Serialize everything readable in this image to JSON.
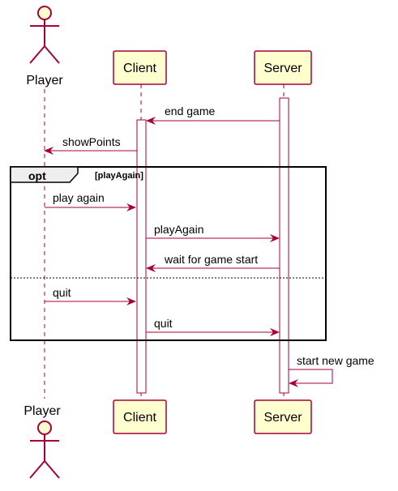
{
  "colors": {
    "lifeline": "#A80036",
    "box_fill": "#FEFECE",
    "frame": "#000000",
    "fragment_header": "#EEEEEE"
  },
  "participants": {
    "player_top": "Player",
    "player_bottom": "Player",
    "client_top": "Client",
    "client_bottom": "Client",
    "server_top": "Server",
    "server_bottom": "Server"
  },
  "fragment": {
    "keyword": "opt",
    "guard": "[playAgain]"
  },
  "messages": {
    "end_game": "end game",
    "show_points": "showPoints",
    "play_again": "play again",
    "play_again_call": "playAgain",
    "wait_for_game_start": "wait for game start",
    "quit": "quit",
    "quit_call": "quit",
    "start_new_game": "start new game"
  }
}
